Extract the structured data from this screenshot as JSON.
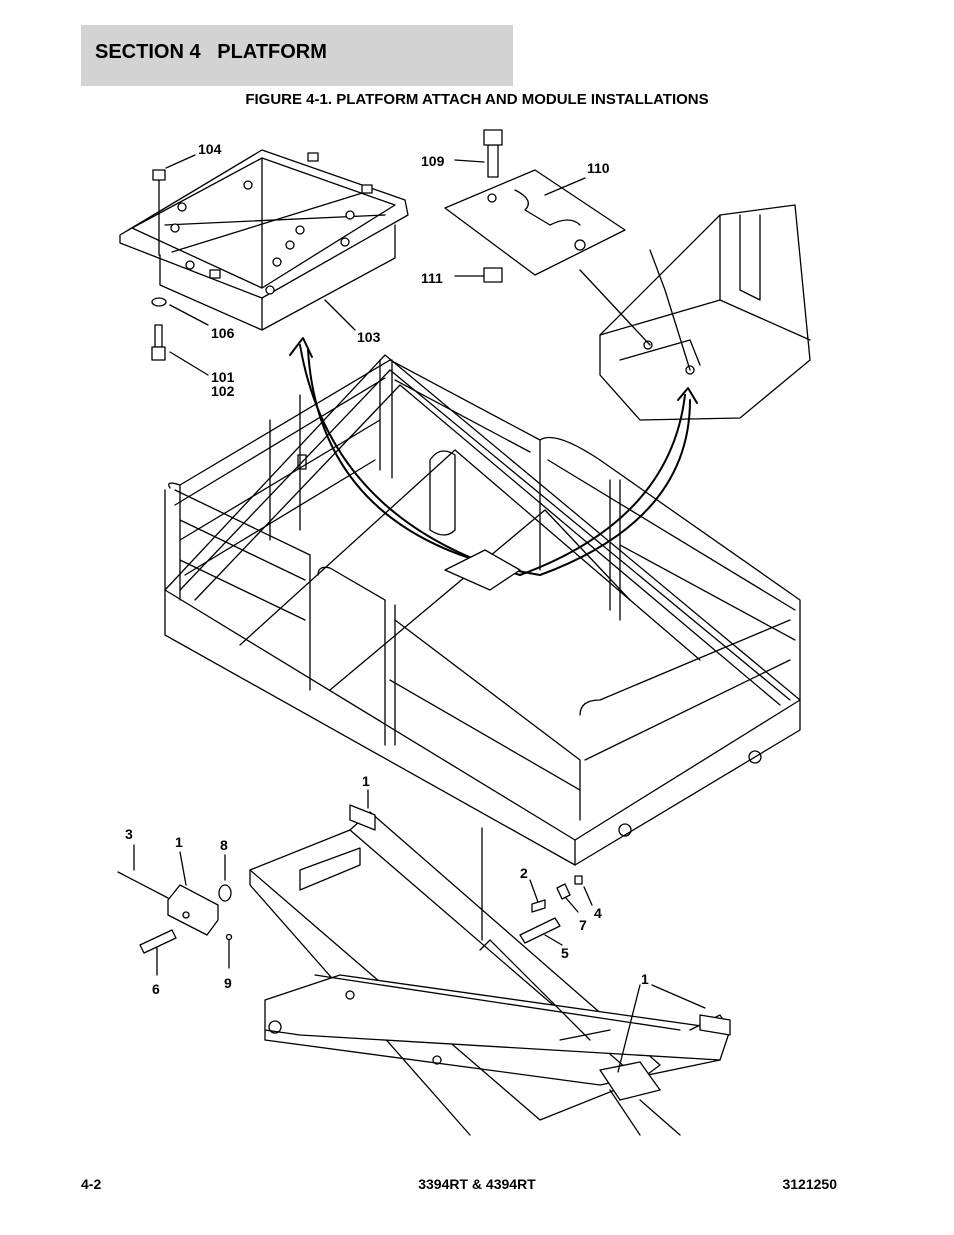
{
  "header": {
    "section_title": "SECTION 4   PLATFORM",
    "figure_title": "FIGURE 4-1. PLATFORM ATTACH AND MODULE INSTALLATIONS"
  },
  "callouts": {
    "c104": "104",
    "c106": "106",
    "c101": "101",
    "c102": "102",
    "c103": "103",
    "c109": "109",
    "c110": "110",
    "c111": "111",
    "c1a": "1",
    "c1b": "1",
    "c1c": "1",
    "c2": "2",
    "c3": "3",
    "c4": "4",
    "c5": "5",
    "c6": "6",
    "c7": "7",
    "c8": "8",
    "c9": "9"
  },
  "footer": {
    "page_number": "4-2",
    "models": "3394RT & 4394RT",
    "doc_number": "3121250"
  }
}
